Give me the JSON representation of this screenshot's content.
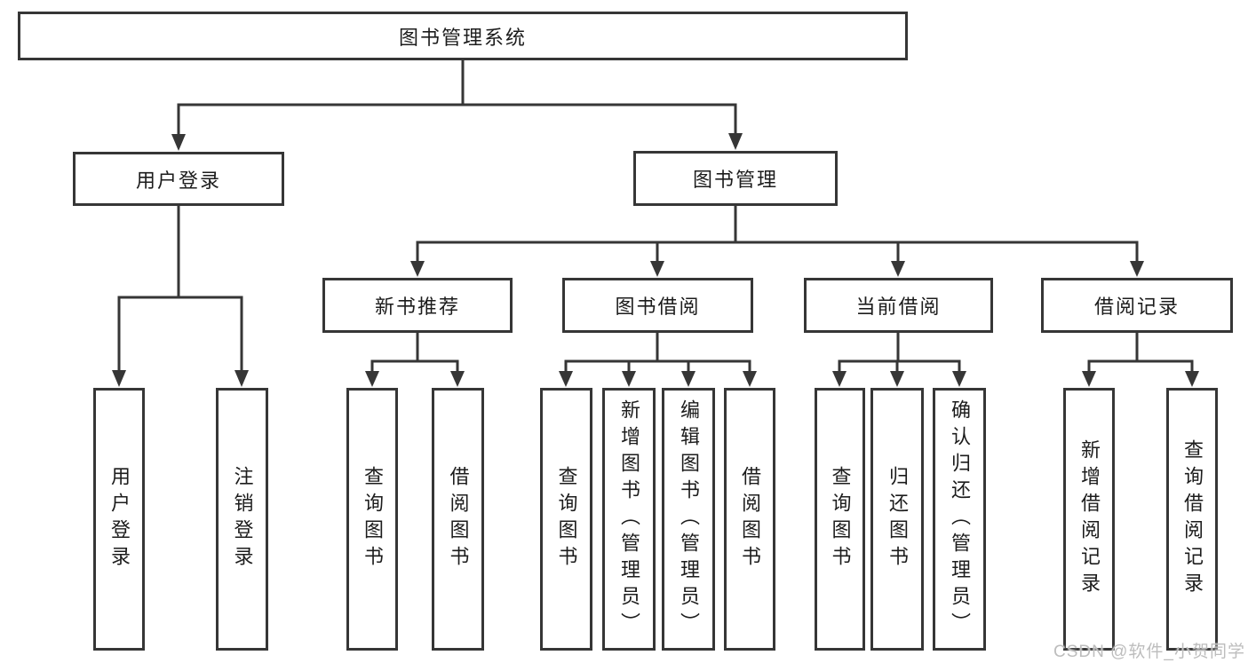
{
  "nodes": {
    "root": "图书管理系统",
    "level2": [
      "用户登录",
      "图书管理"
    ],
    "level3": [
      "新书推荐",
      "图书借阅",
      "当前借阅",
      "借阅记录"
    ],
    "user_login_children": [
      "用户登录",
      "注销登录"
    ],
    "new_book_children": [
      "查询图书",
      "借阅图书"
    ],
    "book_borrow_children": [
      "查询图书",
      "新增图书（管理员）",
      "编辑图书（管理员）",
      "借阅图书"
    ],
    "current_borrow_children": [
      "查询图书",
      "归还图书",
      "确认归还（管理员）"
    ],
    "borrow_record_children": [
      "新增借阅记录",
      "查询借阅记录"
    ]
  },
  "watermark": "CSDN @软件_小贺同学",
  "colors": {
    "line": "#363636",
    "box_border": "#363636",
    "text": "#1c1c1c",
    "watermark": "#bdbdbd",
    "background": "#ffffff"
  }
}
